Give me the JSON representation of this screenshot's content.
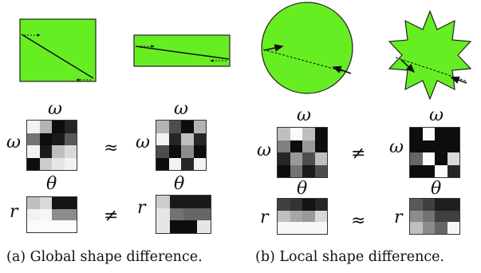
{
  "colors": {
    "shape_fill": "#66ee22",
    "shape_stroke": "#222222"
  },
  "symbols": {
    "omega": "ω",
    "theta": "θ",
    "r": "r",
    "approx": "≈",
    "neq": "≠"
  },
  "captions": {
    "a": "(a) Global shape difference.",
    "b": "(b) Local shape difference."
  },
  "panels": {
    "a_left": {
      "omega_matrix": [
        [
          0.95,
          0.7,
          0.05,
          0.15
        ],
        [
          0.45,
          0.05,
          0.1,
          0.35
        ],
        [
          0.95,
          0.1,
          0.75,
          0.85
        ],
        [
          0.05,
          0.8,
          0.9,
          0.95
        ]
      ],
      "r_theta_matrix": [
        [
          0.75,
          0.85,
          0.08,
          0.08
        ],
        [
          0.95,
          0.97,
          0.55,
          0.55
        ],
        [
          0.98,
          0.98,
          0.98,
          0.98
        ]
      ]
    },
    "a_right": {
      "omega_matrix": [
        [
          0.7,
          0.3,
          0.05,
          0.7
        ],
        [
          0.95,
          0.15,
          0.75,
          0.15
        ],
        [
          0.3,
          0.05,
          0.55,
          0.05
        ],
        [
          0.05,
          0.95,
          0.15,
          0.95
        ]
      ],
      "r_theta_matrix": [
        [
          0.8,
          0.1,
          0.1,
          0.1
        ],
        [
          0.9,
          0.45,
          0.4,
          0.4
        ],
        [
          0.9,
          0.05,
          0.05,
          0.9
        ]
      ]
    },
    "b_left": {
      "omega_matrix": [
        [
          0.75,
          0.98,
          0.75,
          0.05
        ],
        [
          0.5,
          0.05,
          0.6,
          0.05
        ],
        [
          0.15,
          0.6,
          0.3,
          0.75
        ],
        [
          0.05,
          0.45,
          0.1,
          0.3
        ]
      ],
      "r_theta_matrix": [
        [
          0.25,
          0.2,
          0.08,
          0.15
        ],
        [
          0.75,
          0.65,
          0.6,
          0.85
        ],
        [
          0.97,
          0.97,
          0.97,
          0.97
        ]
      ]
    },
    "b_right": {
      "omega_matrix": [
        [
          0.05,
          0.98,
          0.05,
          0.05
        ],
        [
          0.05,
          0.05,
          0.05,
          0.05
        ],
        [
          0.4,
          0.98,
          0.05,
          0.85
        ],
        [
          0.05,
          0.05,
          0.98,
          0.15
        ]
      ],
      "r_theta_matrix": [
        [
          0.35,
          0.25,
          0.12,
          0.12
        ],
        [
          0.55,
          0.45,
          0.25,
          0.25
        ],
        [
          0.75,
          0.55,
          0.4,
          0.97
        ]
      ]
    }
  }
}
